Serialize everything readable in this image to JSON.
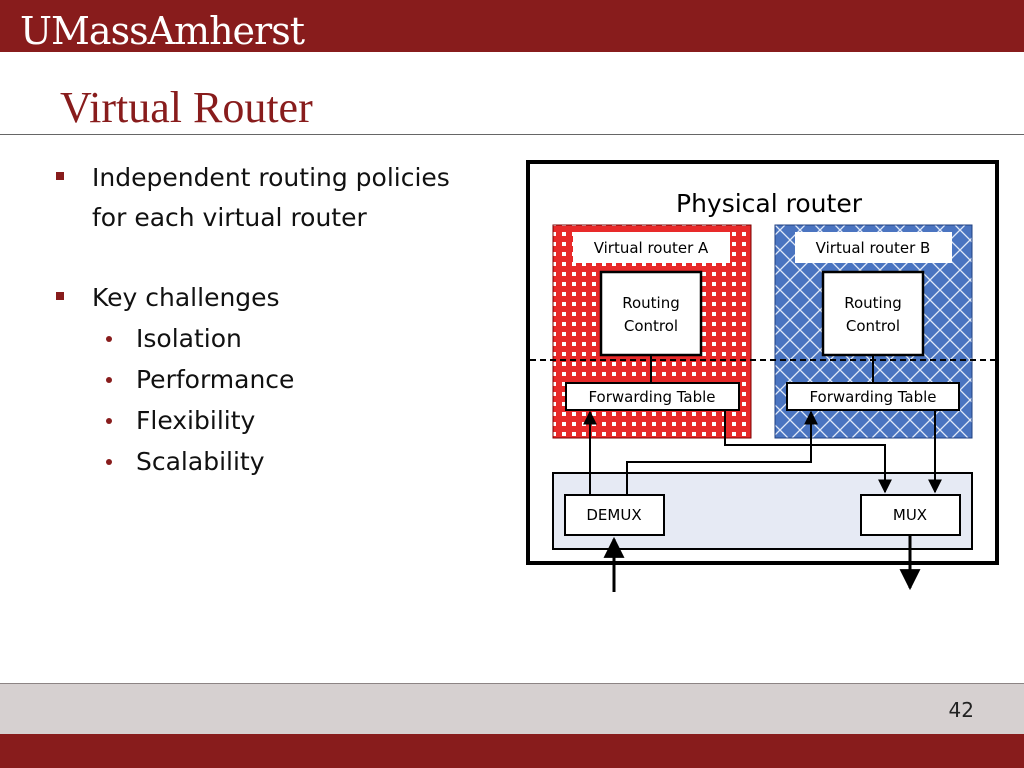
{
  "header": {
    "logo_text": "UMassAmherst",
    "title": "Virtual Router"
  },
  "bullets": {
    "item1_line1": "Independent routing policies",
    "item1_line2": "for each virtual router",
    "item2": "Key challenges",
    "subitems": [
      "Isolation",
      "Performance",
      "Flexibility",
      "Scalability"
    ]
  },
  "diagram": {
    "physical_label": "Physical router",
    "router_a": {
      "label": "Virtual router A",
      "routing_line1": "Routing",
      "routing_line2": "Control",
      "forwarding": "Forwarding Table",
      "color": "#e82a2a"
    },
    "router_b": {
      "label": "Virtual router B",
      "routing_line1": "Routing",
      "routing_line2": "Control",
      "forwarding": "Forwarding Table",
      "color": "#4a74c0"
    },
    "demux": "DEMUX",
    "mux": "MUX",
    "io_panel_color": "#e6eaf4"
  },
  "footer": {
    "page_number": "42"
  },
  "colors": {
    "brand": "#881c1c",
    "footer_band": "#d6d0d0"
  }
}
